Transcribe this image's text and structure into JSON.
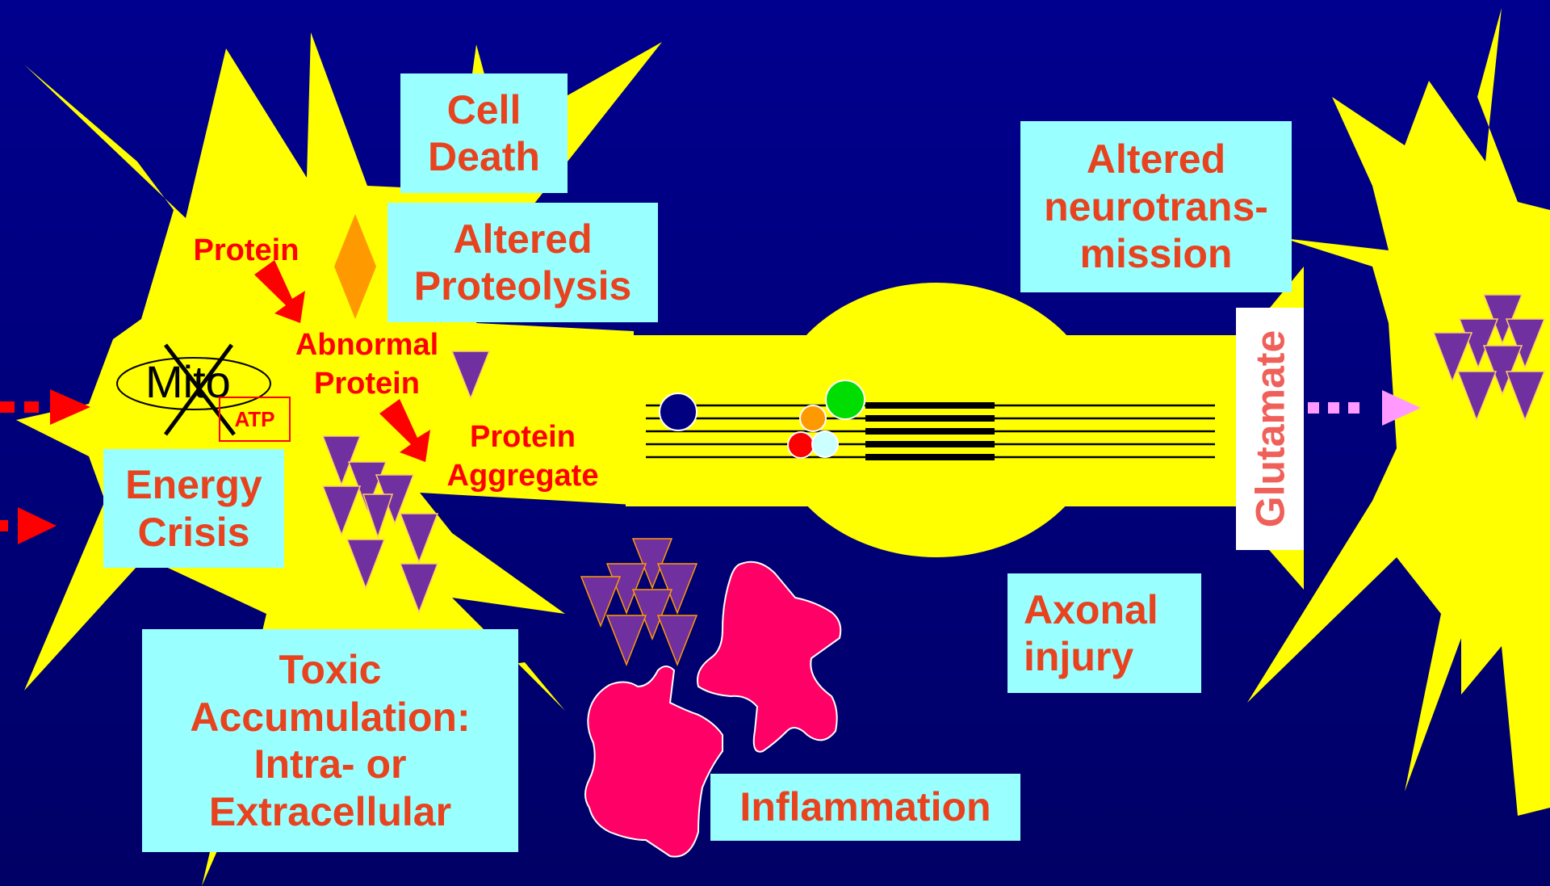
{
  "colors": {
    "background_top": "#000080",
    "background_bottom": "#000066",
    "neuron": "#ffff00",
    "box_fill": "#99ffff",
    "box_text": "#e8421e",
    "label_red": "#ff0000",
    "triangle_purple": "#7030a0",
    "inflammation_pink": "#ff0066",
    "orange_diamond": "#ff9900",
    "arrow_pink": "#ff99ff"
  },
  "labels": {
    "cell_death": "Cell Death",
    "altered_proteolysis": "Altered Proteolysis",
    "altered_neurotransmission": "Altered neurotrans-mission",
    "energy_crisis": "Energy Crisis",
    "toxic_accumulation": "Toxic Accumulation: Intra- or Extracellular",
    "axonal_injury": "Axonal injury",
    "inflammation": "Inflammation",
    "glutamate": "Glutamate",
    "protein": "Protein",
    "abnormal_protein": "Abnormal Protein",
    "protein_aggregate": "Protein Aggregate",
    "mito": "Mito",
    "atp": "ATP"
  }
}
